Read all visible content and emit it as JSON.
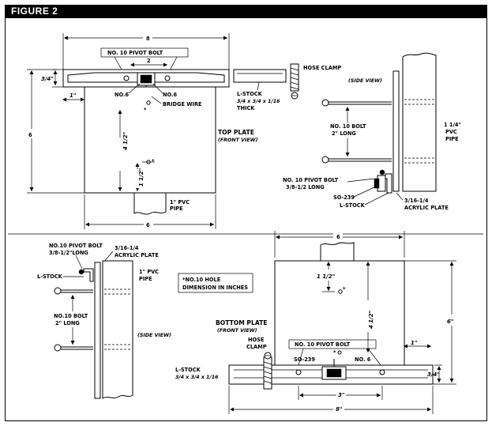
{
  "header": {
    "title": "FIGURE 2"
  },
  "top_plate": {
    "title": "TOP PLATE",
    "subtitle": "(FRONT VIEW)",
    "dim_width_top": "8",
    "dim_2": "2",
    "dim_3_4": "3/4\"",
    "dim_1": "1\"",
    "dim_6_left": "6",
    "dim_4_1_2": "4 1/2\"",
    "dim_1_1_2": "1 1/2\"",
    "dim_6_bottom": "6",
    "pivot_bolt": "NO. 10 PIVOT BOLT",
    "no6_left": "NO.6",
    "no6_right": "NO.6",
    "bridge_wire": "BRIDGE WIRE",
    "hose_clamp": "HOSE CLAMP",
    "l_stock": "L-STOCK",
    "l_stock_dims": "3/4 x 3/4 x 1/16",
    "l_stock_thick": "THICK",
    "pvc_pipe": "1\" PVC",
    "pvc_pipe_2": "PIPE"
  },
  "side_view_right": {
    "side_view": "(SIDE VIEW)",
    "bolt": "NO. 10 BOLT",
    "bolt_long": "2\" LONG",
    "pvc": "1 1/4\"",
    "pvc_2": "PVC",
    "pvc_3": "PIPE",
    "pivot_bolt": "NO. 10 PIVOT BOLT",
    "pivot_long": "3/8-1/2 LONG",
    "so239": "SO-239",
    "l_stock": "L-STOCK",
    "acrylic": "3/16-1/4",
    "acrylic_2": "ACRYLIC PLATE"
  },
  "side_view_left": {
    "pivot_bolt": "NO.10 PIVOT BOLT",
    "pivot_long": "3/8-1/2\"LONG",
    "acrylic": "3/16-1/4",
    "acrylic_2": "ACRYLIC PLATE",
    "l_stock": "L-STOCK",
    "pvc": "1\" PVC",
    "pvc_2": "PIPE",
    "bolt": "NO.10 BOLT",
    "bolt_long": "2\" LONG",
    "side_view": "(SIDE VIEW)"
  },
  "legend": {
    "line1": "*NO.10 HOLE",
    "line2": "DIMENSION IN INCHES"
  },
  "bottom_plate": {
    "title": "BOTTOM PLATE",
    "subtitle": "(FRONT VIEW)",
    "dim_6_top": "6",
    "dim_1_1_2": "1 1/2\"",
    "dim_4_1_2": "4 1/2\"",
    "dim_6_right": "6\"",
    "dim_1": "1\"",
    "dim_3_4": "3/4\"",
    "dim_3": "3\"",
    "dim_8": "8\"",
    "hose_clamp": "HOSE",
    "hose_clamp_2": "CLAMP",
    "pivot_bolt": "NO. 10 PIVOT BOLT",
    "so239": "SO-239",
    "no6": "NO. 6",
    "l_stock": "L-STOCK",
    "l_stock_dims": "3/4 x 3/4 x 1/16"
  }
}
